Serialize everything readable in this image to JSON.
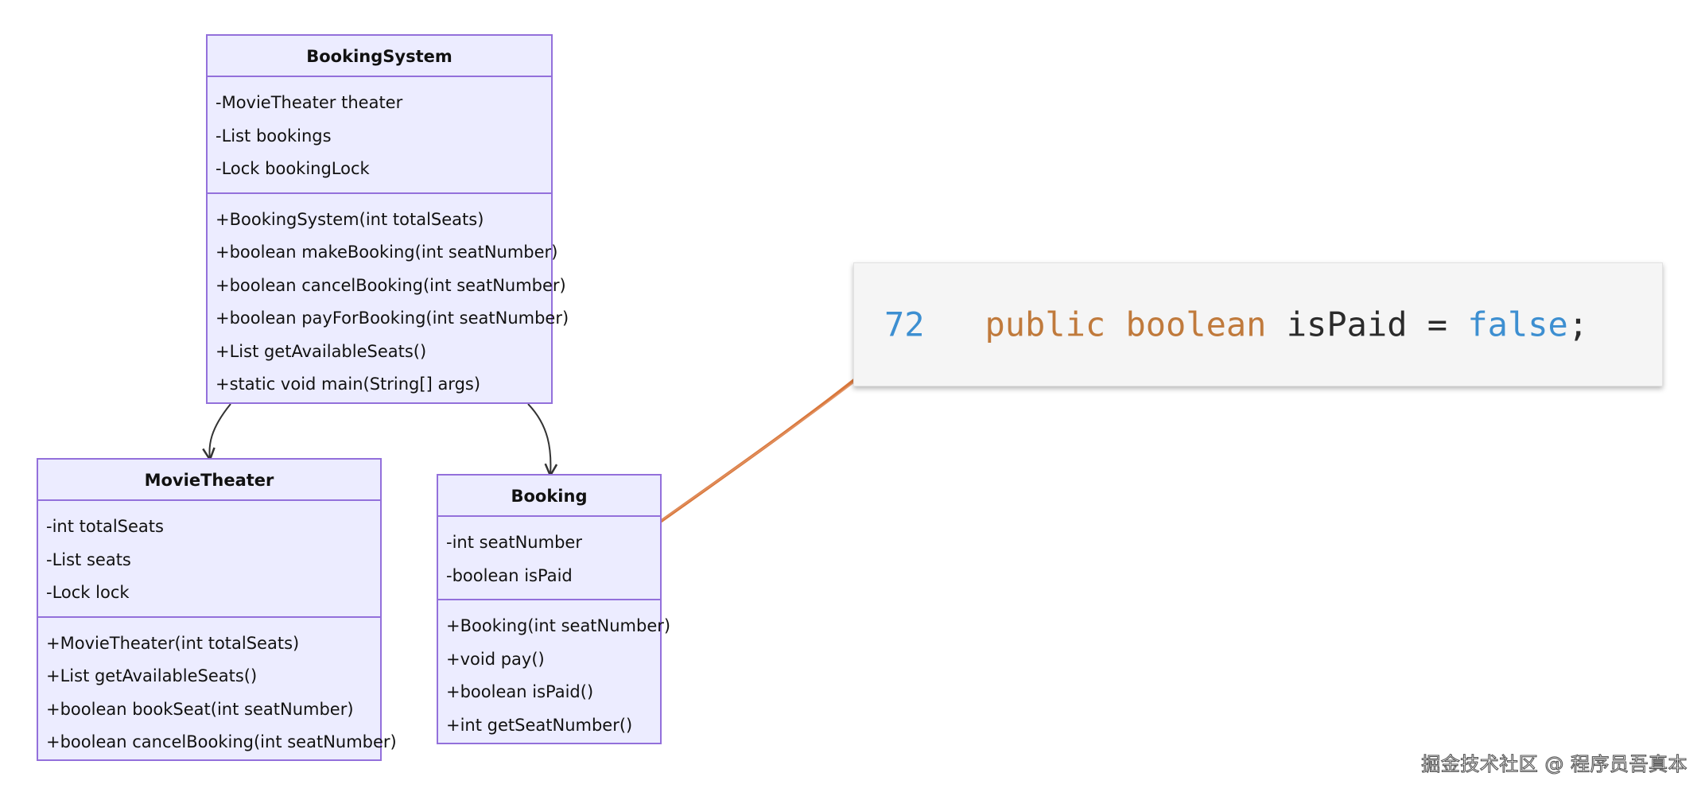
{
  "classes": {
    "booking_system": {
      "name": "BookingSystem",
      "attributes": [
        "-MovieTheater theater",
        "-List bookings",
        "-Lock bookingLock"
      ],
      "methods": [
        "+BookingSystem(int totalSeats)",
        "+boolean makeBooking(int seatNumber)",
        "+boolean cancelBooking(int seatNumber)",
        "+boolean payForBooking(int seatNumber)",
        "+List getAvailableSeats()",
        "+static void main(String[] args)"
      ]
    },
    "movie_theater": {
      "name": "MovieTheater",
      "attributes": [
        "-int totalSeats",
        "-List seats",
        "-Lock lock"
      ],
      "methods": [
        "+MovieTheater(int totalSeats)",
        "+List getAvailableSeats()",
        "+boolean bookSeat(int seatNumber)",
        "+boolean cancelBooking(int seatNumber)"
      ]
    },
    "booking": {
      "name": "Booking",
      "attributes": [
        "-int seatNumber",
        "-boolean isPaid"
      ],
      "methods": [
        "+Booking(int seatNumber)",
        "+void pay()",
        "+boolean isPaid()",
        "+int getSeatNumber()"
      ]
    }
  },
  "code_snippet": {
    "line_number": "72",
    "keyword_public": "public",
    "keyword_type": "boolean",
    "identifier": "isPaid",
    "operator": "=",
    "literal": "false",
    "terminator": ";"
  },
  "watermark": "掘金技术社区 @ 程序员吾真本",
  "colors": {
    "class_fill": "#ECECFF",
    "class_border": "#9370DB",
    "annotation_arrow": "#D9773A",
    "code_blue": "#3D8FD1",
    "code_orange": "#C07A3C"
  }
}
